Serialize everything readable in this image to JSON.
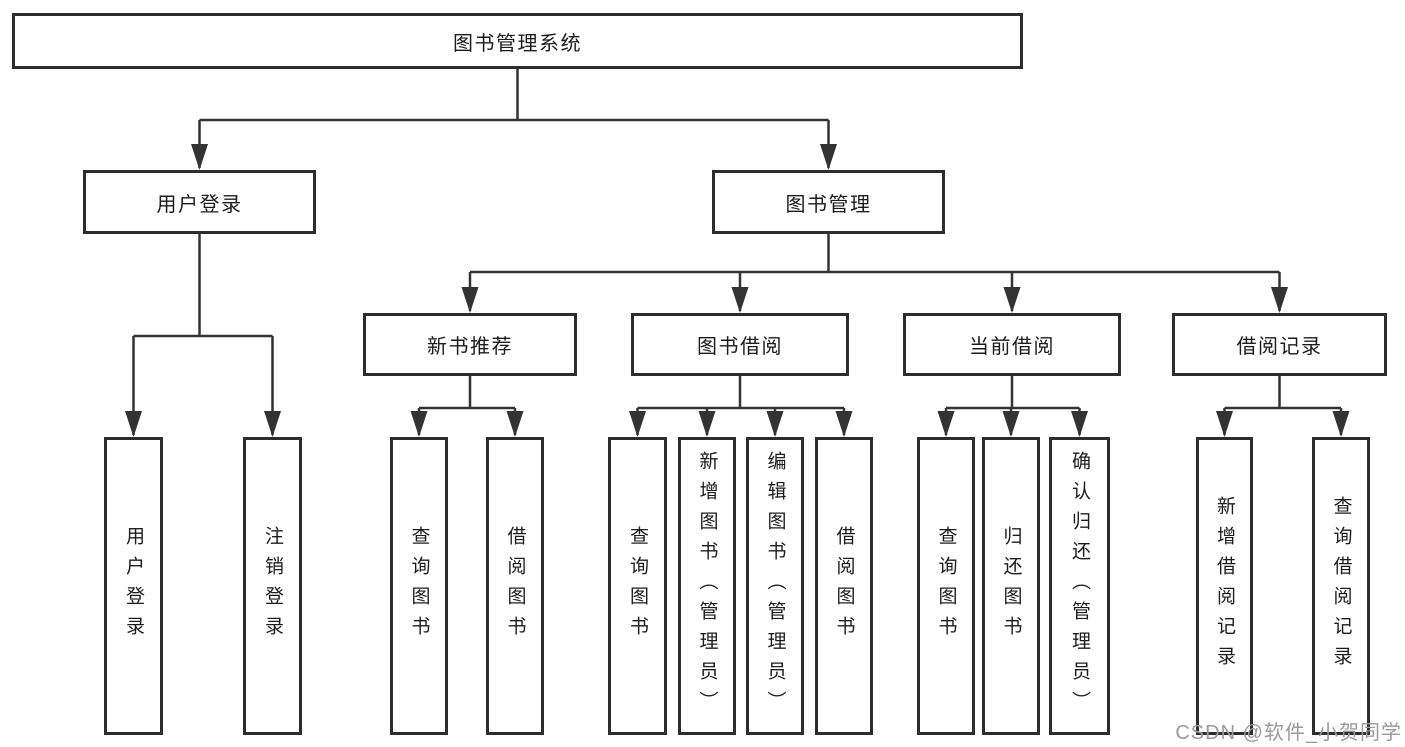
{
  "diagram_title": "图书管理系统",
  "root": {
    "label": "图书管理系统"
  },
  "branches": [
    {
      "label": "用户登录",
      "children": [
        {
          "label": "用户登录"
        },
        {
          "label": "注销登录"
        }
      ]
    },
    {
      "label": "图书管理",
      "children": [
        {
          "label": "新书推荐",
          "children": [
            {
              "label": "查询图书"
            },
            {
              "label": "借阅图书"
            }
          ]
        },
        {
          "label": "图书借阅",
          "children": [
            {
              "label": "查询图书"
            },
            {
              "label": "新增图书（管理员）"
            },
            {
              "label": "编辑图书（管理员）"
            },
            {
              "label": "借阅图书"
            }
          ]
        },
        {
          "label": "当前借阅",
          "children": [
            {
              "label": "查询图书"
            },
            {
              "label": "归还图书"
            },
            {
              "label": "确认归还（管理员）"
            }
          ]
        },
        {
          "label": "借阅记录",
          "children": [
            {
              "label": "新增借阅记录"
            },
            {
              "label": "查询借阅记录"
            }
          ]
        }
      ]
    }
  ],
  "watermark": {
    "text": "CSDN @软件_小贺同学"
  },
  "colors": {
    "line": "#333333",
    "box_border": "#2d2d2d",
    "box_background": "#ffffff",
    "text": "#1c1c1c",
    "watermark": "#9b9b9b",
    "background": "#ffffff"
  }
}
